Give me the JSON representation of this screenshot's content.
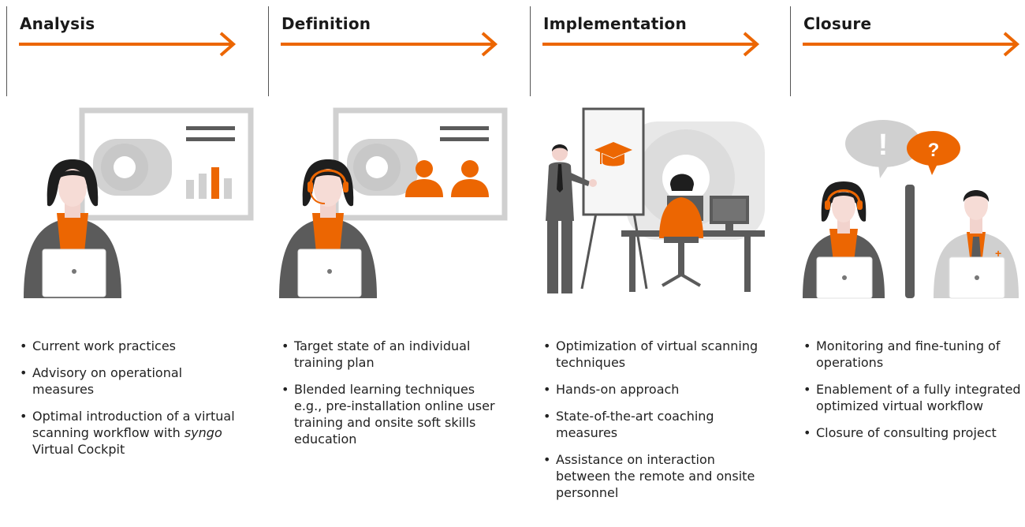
{
  "colors": {
    "accent": "#ec6602",
    "grey": "#5b5b5b",
    "light_grey": "#d0d0d0"
  },
  "phases": [
    {
      "title": "Analysis",
      "bullets": [
        "Current work practices",
        "Advisory on operational measures",
        {
          "pre": "Optimal introduction of a virtual scanning workflow with ",
          "em": "syngo",
          "post": " Virtual Cockpit"
        }
      ]
    },
    {
      "title": "Definition",
      "bullets": [
        "Target state of an individual training plan",
        "Blended learning techniques e.g., pre-installation online user training and onsite soft skills education"
      ]
    },
    {
      "title": "Implementation",
      "bullets": [
        "Optimization of virtual scanning techniques",
        "Hands-on approach",
        "State-of-the-art coaching measures",
        "Assistance on interaction between the remote and onsite personnel"
      ]
    },
    {
      "title": "Closure",
      "bullets": [
        "Monitoring and fine-tuning of operations",
        "Enablement of a fully integrated optimized virtual workflow",
        "Closure of consulting project"
      ]
    }
  ],
  "illustrations": {
    "implementation": {
      "board_icon": "graduation-cap-icon"
    },
    "closure": {
      "bubble_left": "!",
      "bubble_right": "?"
    }
  }
}
